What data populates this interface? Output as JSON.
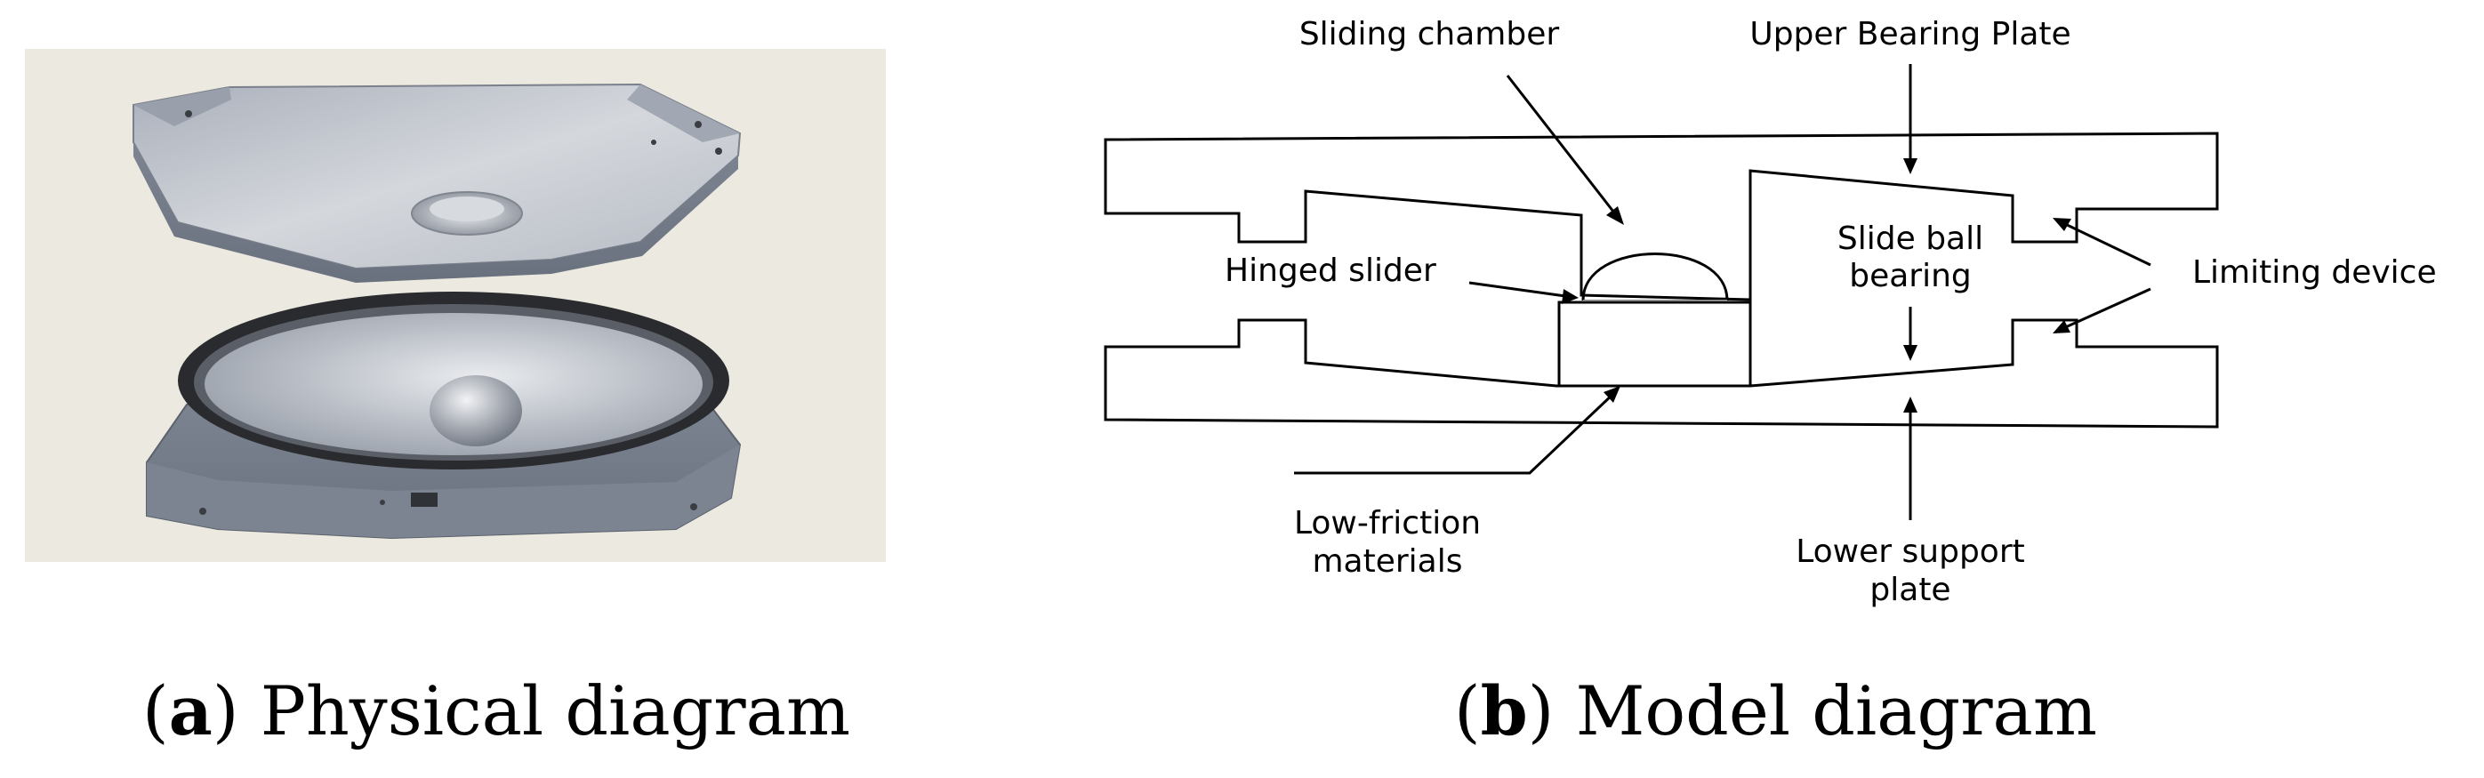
{
  "panel_a": {
    "caption_letter": "a",
    "caption_text": "Physical diagram",
    "colors": {
      "background": "#eceae0",
      "metal_top": "#c9ccd2",
      "metal_side": "#8c93a0",
      "seal_ring": "#2a2b2e",
      "ball": "#c6c9ce"
    }
  },
  "panel_b": {
    "caption_letter": "b",
    "caption_text": "Model diagram",
    "labels": {
      "sliding_chamber": "Sliding chamber",
      "upper_bearing_plate": "Upper Bearing Plate",
      "slide_ball_bearing_1": "Slide ball",
      "slide_ball_bearing_2": "bearing",
      "hinged_slider": "Hinged slider",
      "limiting_device": "Limiting device",
      "low_friction_1": "Low-friction",
      "low_friction_2": "materials",
      "lower_support_1": "Lower support",
      "lower_support_2": "plate"
    }
  }
}
